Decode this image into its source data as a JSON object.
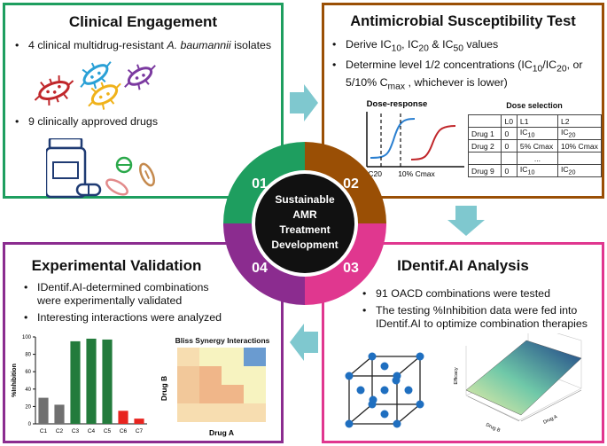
{
  "center": {
    "line1": "Sustainable",
    "line2": "AMR",
    "line3": "Treatment",
    "line4": "Development"
  },
  "badges": [
    "01",
    "02",
    "03",
    "04"
  ],
  "panel1": {
    "title": "Clinical Engagement",
    "bullet1_pre": "4 clinical multidrug-resistant ",
    "bullet1_em": "A. baumannii",
    "bullet1_post": " isolates",
    "bullet2": "9 clinically approved drugs"
  },
  "panel2": {
    "title": "Antimicrobial Susceptibility Test",
    "b1_pre": "Derive IC",
    "b1_s1": "10",
    "b1_mid1": ", IC",
    "b1_s2": "20",
    "b1_mid2": " & IC",
    "b1_s3": "50",
    "b1_post": " values",
    "b2_l1_pre": "Determine level 1/2 concentrations (IC",
    "b2_l1_s1": "10",
    "b2_l1_mid": "/IC",
    "b2_l1_s2": "20",
    "b2_l1_post": ", or",
    "b2_l2_pre": "5/10% C",
    "b2_l2_sub": "max",
    "b2_l2_post": " , whichever is lower)",
    "dose_response_label": "Dose-response",
    "ic20_label": "IC20",
    "cmax_label": "10% Cmax",
    "dose_selection_label": "Dose selection",
    "table_header": [
      "",
      "L0",
      "L1",
      "L2"
    ],
    "table_rows": [
      [
        "Drug 1",
        "0",
        "IC",
        "10",
        "IC",
        "20"
      ],
      [
        "Drug 2",
        "0",
        "5% Cmax",
        "",
        "10% Cmax",
        ""
      ],
      [
        "",
        "",
        "...",
        "",
        "",
        ""
      ],
      [
        "Drug 9",
        "0",
        "IC",
        "10",
        "IC",
        "20"
      ]
    ]
  },
  "panel3": {
    "title": "IDentif.AI Analysis",
    "bullet1": "91 OACD combinations were tested",
    "bullet2_l1": "The testing %Inhibition data were fed into",
    "bullet2_l2": "IDentif.AI to optimize combination therapies",
    "surface_ylabel": "Efficacy",
    "surface_xlabel_b": "Drug B",
    "surface_xlabel_a": "Drug A"
  },
  "panel4": {
    "title": "Experimental Validation",
    "bullet1_l1": "IDentif.AI-determined combinations",
    "bullet1_l2": "were experimentally validated",
    "bullet2": "Interesting interactions were analyzed",
    "heatmap_title": "Bliss Synergy Interactions",
    "heatmap_xlabel": "Drug A",
    "heatmap_ylabel": "Drug B"
  },
  "chart_data": {
    "type": "bar",
    "categories": [
      "C1",
      "C2",
      "C3",
      "C4",
      "C5",
      "C6",
      "C7"
    ],
    "values": [
      30,
      22,
      95,
      98,
      97,
      15,
      6
    ],
    "colors": [
      "#707070",
      "#707070",
      "#237b3c",
      "#237b3c",
      "#237b3c",
      "#e8241f",
      "#e8241f"
    ],
    "ylabel": "%Inhibition",
    "ylim": [
      0,
      100
    ],
    "yticks": [
      "0",
      "20",
      "40",
      "60",
      "80",
      "100"
    ]
  }
}
